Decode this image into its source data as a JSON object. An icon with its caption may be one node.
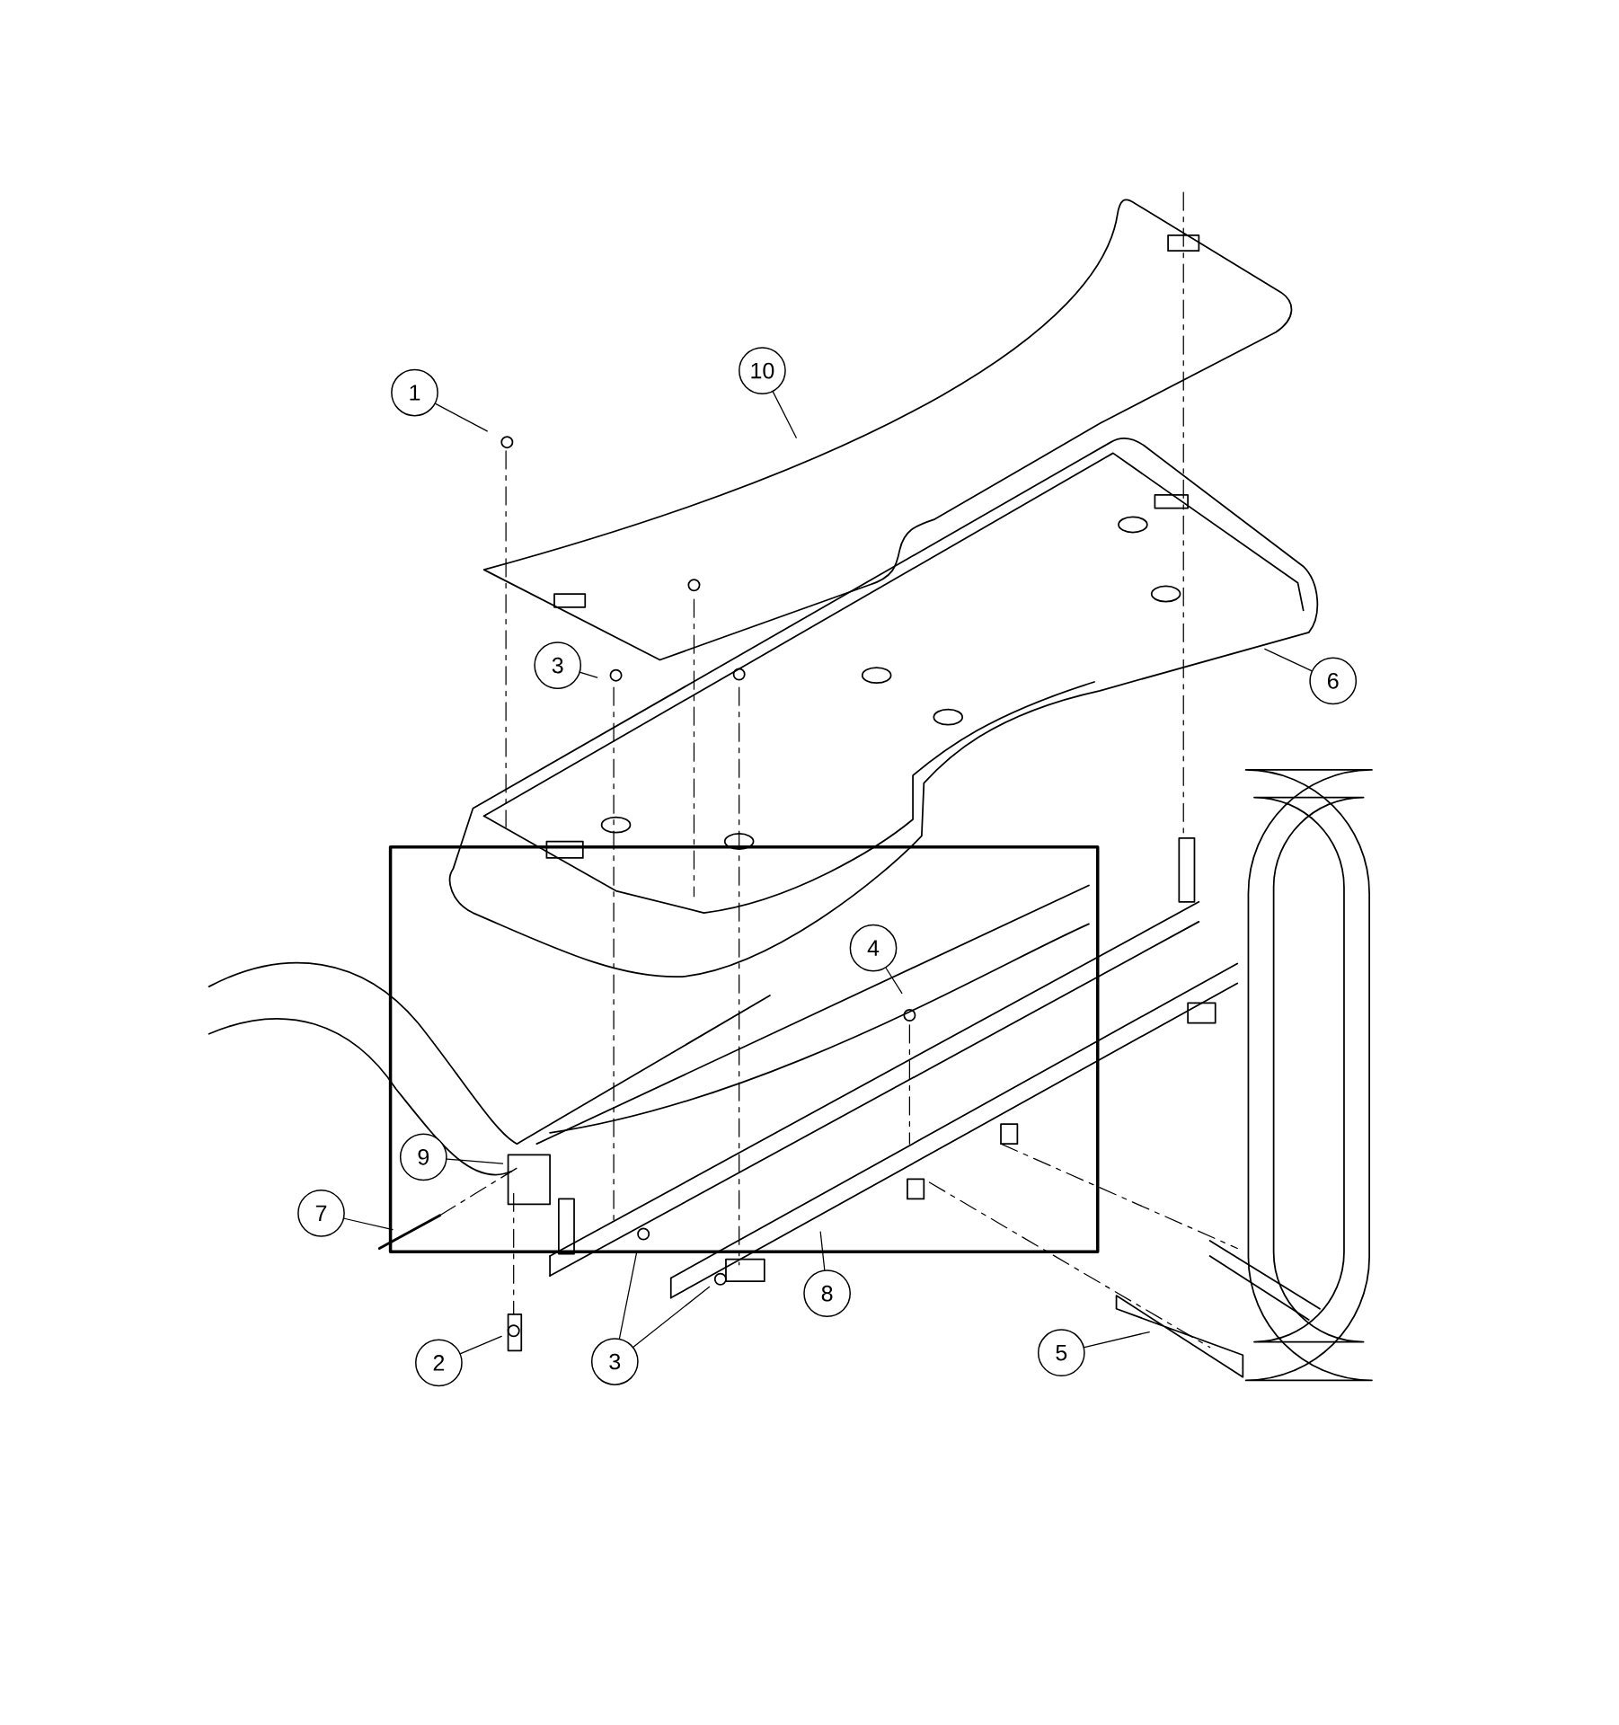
{
  "diagram": {
    "nodes": [
      {
        "text": [
          "1"
        ]
      },
      {
        "text": [
          "10"
        ]
      },
      {
        "text": [
          "3"
        ]
      },
      {
        "text": [
          "6"
        ]
      },
      {
        "text": [
          "4"
        ]
      },
      {
        "text": [
          "9"
        ]
      },
      {
        "text": [
          "7"
        ]
      },
      {
        "text": [
          "2"
        ]
      },
      {
        "text": [
          "3"
        ]
      },
      {
        "text": [
          "8"
        ]
      },
      {
        "text": [
          "5"
        ]
      }
    ],
    "edges": [
      {
        "from": 0,
        "to": null,
        "arrow": "none"
      },
      {
        "from": 1,
        "to": null,
        "arrow": "none"
      },
      {
        "from": 2,
        "to": null,
        "arrow": "none"
      },
      {
        "from": 3,
        "to": null,
        "arrow": "none"
      },
      {
        "from": 4,
        "to": null,
        "arrow": "none"
      },
      {
        "from": 5,
        "to": null,
        "arrow": "none"
      },
      {
        "from": 6,
        "to": null,
        "arrow": "none"
      },
      {
        "from": 7,
        "to": null,
        "arrow": "none"
      },
      {
        "from": 8,
        "to": null,
        "arrow": "none"
      },
      {
        "from": 8,
        "to": null,
        "arrow": "none"
      },
      {
        "from": 9,
        "to": null,
        "arrow": "none"
      },
      {
        "from": 10,
        "to": null,
        "arrow": "none"
      }
    ]
  }
}
